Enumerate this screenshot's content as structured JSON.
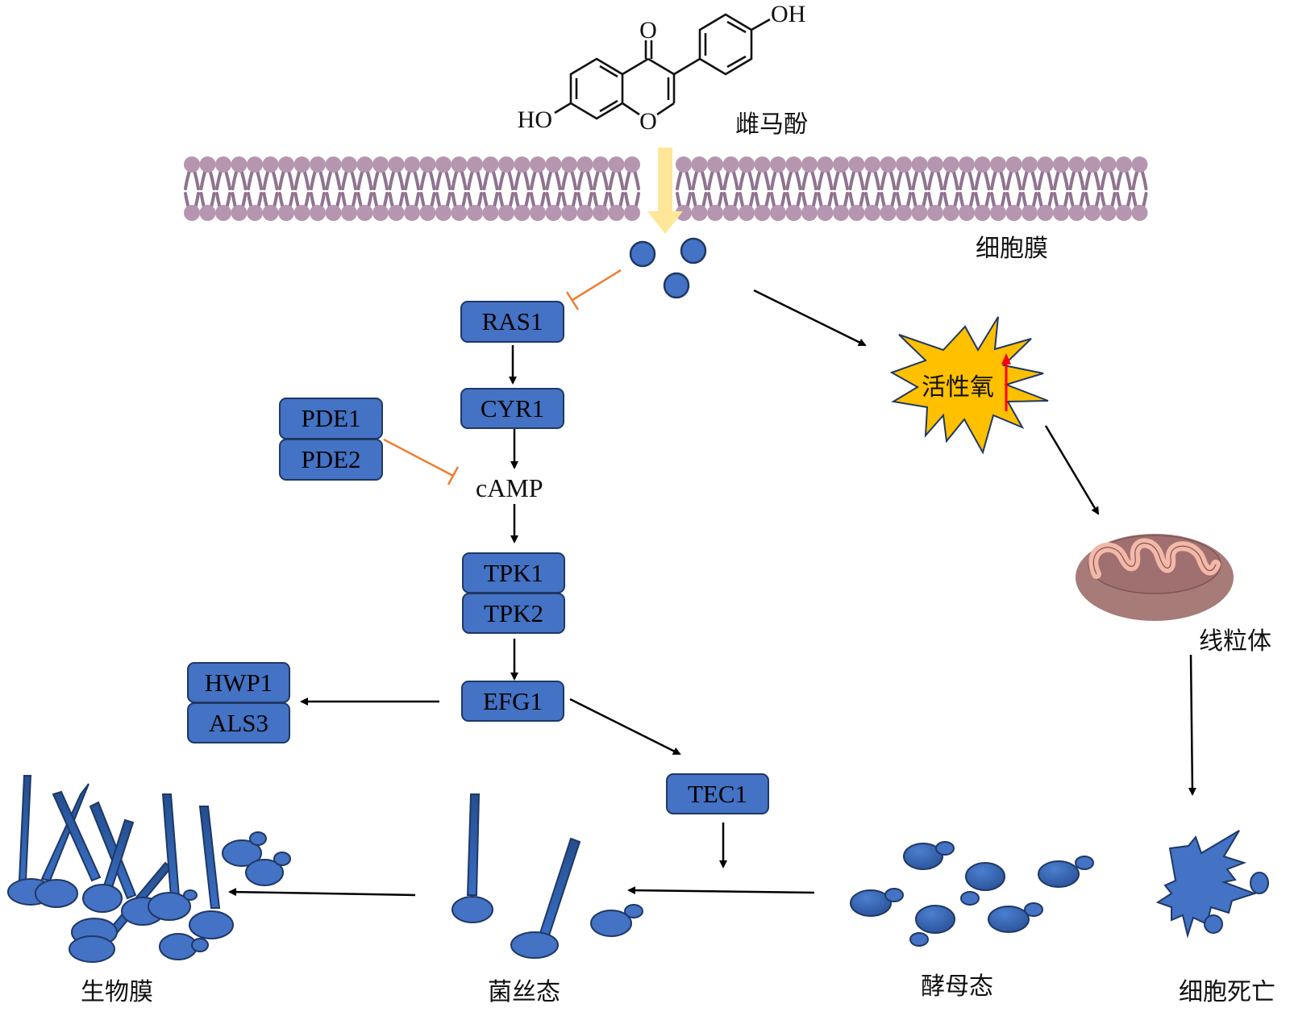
{
  "compound": {
    "name": "雌马酚",
    "groups": {
      "carbonyl": "O",
      "ring_oxygen": "O",
      "hydroxyl_left": "HO",
      "hydroxyl_right": "OH"
    }
  },
  "membrane": {
    "label": "细胞膜"
  },
  "pathway": {
    "ras1": "RAS1",
    "cyr1": "CYR1",
    "pde1": "PDE1",
    "pde2": "PDE2",
    "camp": "cAMP",
    "tpk1": "TPK1",
    "tpk2": "TPK2",
    "efg1": "EFG1",
    "hwp1": "HWP1",
    "als3": "ALS3",
    "tec1": "TEC1"
  },
  "ros": {
    "label": "活性氧",
    "trend": "increase"
  },
  "mitochondria": {
    "label": "线粒体"
  },
  "cell_death": {
    "label": "细胞死亡"
  },
  "morphology": {
    "biofilm": "生物膜",
    "hyphal": "菌丝态",
    "yeast": "酵母态"
  },
  "colors": {
    "protein_fill": "#4472c4",
    "protein_border": "#1f3864",
    "inhibition": "#ed7d31",
    "entry_arrow": "#ffe699",
    "ros_fill": "#ffc000",
    "ros_arrow": "#ff0000",
    "membrane": "#b595b0",
    "mito_outer": "#a67b78",
    "mito_inner": "#f4b8a8"
  }
}
